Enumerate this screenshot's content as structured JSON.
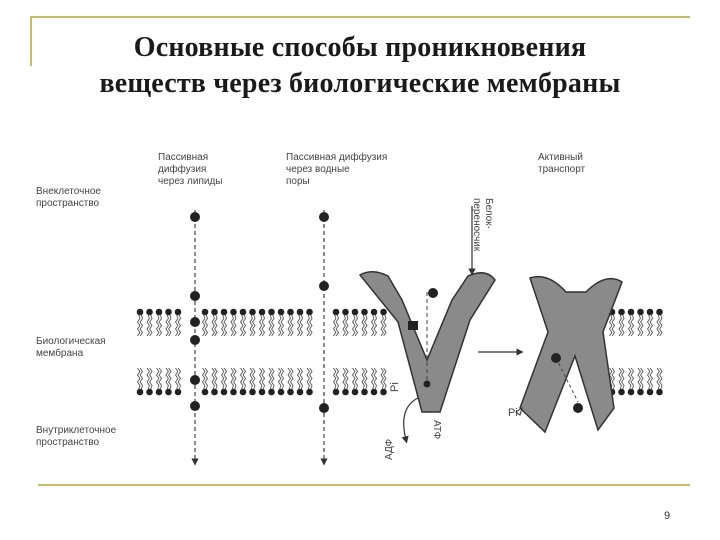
{
  "title": {
    "line1": "Основные способы проникновения",
    "line2": "веществ через биологические мембраны"
  },
  "labels": {
    "passive_lipid": [
      "Пассивная",
      "диффузия",
      "через липиды"
    ],
    "passive_pores": [
      "Пассивная диффузия",
      "через водные",
      "поры"
    ],
    "active": [
      "Активный",
      "транспорт"
    ],
    "extracellular": [
      "Внеклеточное",
      "пространство"
    ],
    "membrane": [
      "Биологическая",
      "мембрана"
    ],
    "intracellular": [
      "Внутриклеточное",
      "пространство"
    ],
    "carrier": [
      "Белок-",
      "переносчик"
    ],
    "pi_left": "Pi",
    "pi_right": "Pi",
    "adp": "АДФ",
    "atp": "АТФ"
  },
  "page_number": "9"
}
